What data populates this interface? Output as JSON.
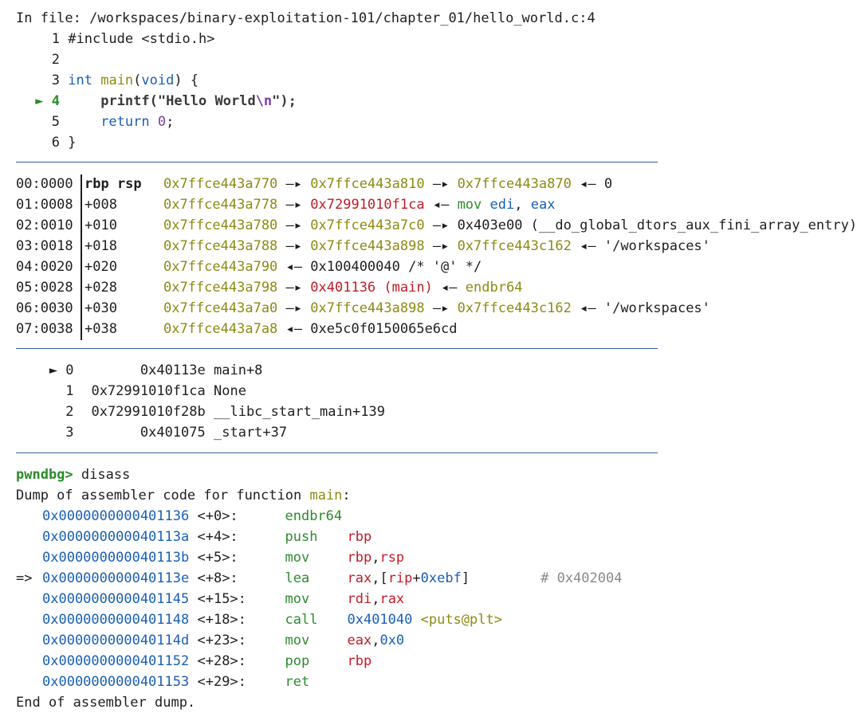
{
  "source": {
    "header": "In file: /workspaces/binary-exploitation-101/chapter_01/hello_world.c:4",
    "current_marker": "►",
    "lines": [
      {
        "num": "1",
        "text": "#include <stdio.h>"
      },
      {
        "num": "2",
        "text": ""
      },
      {
        "num": "3",
        "kw": "int",
        "fn": "main",
        "open": "(",
        "param": "void",
        "close": ") {"
      },
      {
        "num": "4",
        "call": "printf",
        "str_a": "(\"Hello World",
        "esc": "\\n",
        "str_b": "\");"
      },
      {
        "num": "5",
        "kw": "return",
        "val": "0",
        "semi": ";"
      },
      {
        "num": "6",
        "text": "}"
      }
    ]
  },
  "stack": [
    {
      "idx": "00:0000",
      "off": "rbp rsp",
      "addr": "0x7ffce443a770",
      "arr1": "—▸",
      "v1": "0x7ffce443a810",
      "arr2": "—▸",
      "v2": "0x7ffce443a870",
      "arr3": "◂—",
      "v3": "0"
    },
    {
      "idx": "01:0008",
      "off": "+008",
      "addr": "0x7ffce443a778",
      "arr1": "—▸",
      "v1": "0x72991010f1ca",
      "arr2": "◂—",
      "ins": "mov",
      "reg1": "edi",
      "comma": ",",
      "reg2": "eax"
    },
    {
      "idx": "02:0010",
      "off": "+010",
      "addr": "0x7ffce443a780",
      "arr1": "—▸",
      "v1": "0x7ffce443a7c0",
      "arr2": "—▸",
      "v2": "0x403e00 (__do_global_dtors_aux_fini_array_entry)"
    },
    {
      "idx": "03:0018",
      "off": "+018",
      "addr": "0x7ffce443a788",
      "arr1": "—▸",
      "v1": "0x7ffce443a898",
      "arr2": "—▸",
      "v2": "0x7ffce443c162",
      "arr3": "◂—",
      "v3": "'/workspaces'"
    },
    {
      "idx": "04:0020",
      "off": "+020",
      "addr": "0x7ffce443a790",
      "arr1": "◂—",
      "v1": "0x100400040 /* '@' */"
    },
    {
      "idx": "05:0028",
      "off": "+028",
      "addr": "0x7ffce443a798",
      "arr1": "—▸",
      "v1": "0x401136 (main)",
      "arr2": "◂—",
      "ins": "endbr64"
    },
    {
      "idx": "06:0030",
      "off": "+030",
      "addr": "0x7ffce443a7a0",
      "arr1": "—▸",
      "v1": "0x7ffce443a898",
      "arr2": "—▸",
      "v2": "0x7ffce443c162",
      "arr3": "◂—",
      "v3": "'/workspaces'"
    },
    {
      "idx": "07:0038",
      "off": "+038",
      "addr": "0x7ffce443a7a8",
      "arr1": "◂—",
      "v1": "0xe5c0f0150065e6cd"
    }
  ],
  "backtrace": [
    {
      "marker": "►",
      "num": "0",
      "addr": "0x40113e",
      "sym": "main+8"
    },
    {
      "marker": "",
      "num": "1",
      "addr": "0x72991010f1ca",
      "sym": "None"
    },
    {
      "marker": "",
      "num": "2",
      "addr": "0x72991010f28b",
      "sym": "__libc_start_main+139"
    },
    {
      "marker": "",
      "num": "3",
      "addr": "0x401075",
      "sym": "_start+37"
    }
  ],
  "prompt": {
    "name": "pwndbg>",
    "command": "disass"
  },
  "dump": {
    "header_prefix": "Dump of assembler code for function ",
    "function": "main",
    "header_suffix": ":",
    "current_marker": "=>",
    "footer": "End of assembler dump.",
    "instructions": [
      {
        "addr": "0x0000000000401136",
        "off": "<+0>:",
        "mn": "endbr64"
      },
      {
        "addr": "0x000000000040113a",
        "off": "<+4>:",
        "mn": "push",
        "op1": "rbp"
      },
      {
        "addr": "0x000000000040113b",
        "off": "<+5>:",
        "mn": "mov",
        "op1": "rbp",
        "sep": ",",
        "op2": "rsp"
      },
      {
        "addr": "0x000000000040113e",
        "off": "<+8>:",
        "mn": "lea",
        "op1": "rax",
        "sep": ",[",
        "op2": "rip",
        "plus": "+",
        "imm": "0xebf",
        "end": "]",
        "comment": "# 0x402004",
        "current": true
      },
      {
        "addr": "0x0000000000401145",
        "off": "<+15>:",
        "mn": "mov",
        "op1": "rdi",
        "sep": ",",
        "op2": "rax"
      },
      {
        "addr": "0x0000000000401148",
        "off": "<+18>:",
        "mn": "call",
        "target": "0x401040",
        "sym": "<puts@plt>"
      },
      {
        "addr": "0x000000000040114d",
        "off": "<+23>:",
        "mn": "mov",
        "op1": "eax",
        "sep": ",",
        "imm2": "0x0"
      },
      {
        "addr": "0x0000000000401152",
        "off": "<+28>:",
        "mn": "pop",
        "op1": "rbp"
      },
      {
        "addr": "0x0000000000401153",
        "off": "<+29>:",
        "mn": "ret"
      }
    ]
  },
  "colors": {
    "prompt": "#2a8a2a",
    "address": "#1a5fb4",
    "stack": "#8d8a12",
    "code": "#c01c28",
    "separator": "#2f5f9e"
  }
}
